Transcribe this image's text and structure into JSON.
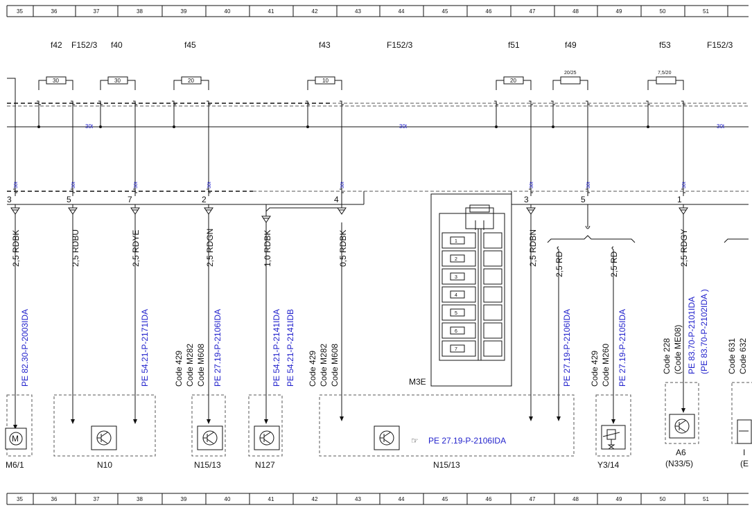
{
  "grid_numbers": [
    "35",
    "36",
    "37",
    "38",
    "39",
    "40",
    "41",
    "42",
    "43",
    "44",
    "45",
    "46",
    "47",
    "48",
    "49",
    "50",
    "51"
  ],
  "fuse_labels": {
    "f42": "f42",
    "f152_3_a": "F152/3",
    "f40": "f40",
    "f45": "f45",
    "f43": "f43",
    "f152_3_b": "F152/3",
    "f51": "f51",
    "f49": "f49",
    "f53": "f53",
    "f152_3_c": "F152/3"
  },
  "fuse_ratings": {
    "f42": "30",
    "f40": "30",
    "f45": "20",
    "f43": "10",
    "f51": "20",
    "f49": "20/25",
    "f53": "7,5/20"
  },
  "bus_label": "30t",
  "pin_numbers": {
    "p_m6": "3",
    "p_n10a": "5",
    "p_n10b": "7",
    "p_n1513": "2",
    "p_n127": "4",
    "p_m3e": "3",
    "p_y3": "5",
    "p_a6": "1"
  },
  "wire_labels": {
    "m6": "2,5 RDBK",
    "n10a": "2,5 RDBU",
    "n10b": "2,5 RDYE",
    "n1513": "2,5 RDGN",
    "n127": "1,0 RDBK",
    "n1513b": "0,5 RDBK",
    "m3e": "2,5 RDBN",
    "y3a": "2,5 RD",
    "y3b": "2,5 RD",
    "a6": "2,5 RDGY"
  },
  "refs": {
    "m6": "PE 82.30-P-2003IDA",
    "n10": "PE 54.21-P-2171IDA",
    "n1513": "PE 27.19-P-2106IDA",
    "n127a": "PE 54.21-P-2141IDA",
    "n127b": "PE 54.21-P-2141IDB",
    "y3a": "PE 27.19-P-2106IDA",
    "y3b": "PE 27.19-P-2105IDA",
    "a6a": "PE 83.70-P-2101IDA",
    "a6b": "(PE 83.70-P-2102IDA  )",
    "n1513_box": "PE 27.19-P-2106IDA"
  },
  "codes": {
    "c1_1": "Code 429",
    "c1_2": "Code M282",
    "c1_3": "Code M608",
    "c2_1": "Code 429",
    "c2_2": "Code M282",
    "c2_3": "Code M608",
    "c3_1": "Code 429",
    "c3_2": "Code M260",
    "c4_1": "Code 228",
    "c4_2": "(Code ME08)",
    "c5_1": "Code 631",
    "c5_2": "Code 632"
  },
  "components": {
    "m6": "M6/1",
    "n10": "N10",
    "n1513": "N15/13",
    "n127": "N127",
    "n1513b": "N15/13",
    "y3": "Y3/14",
    "a6": "A6",
    "a6_sub": "(N33/5)",
    "m3e": "M3E",
    "edge": "I",
    "edge2": "(E"
  },
  "connector_pins": [
    "1",
    "2",
    "3",
    "4",
    "5",
    "6",
    "7"
  ],
  "motor_glyph": "M",
  "ref_glyph": "☞"
}
